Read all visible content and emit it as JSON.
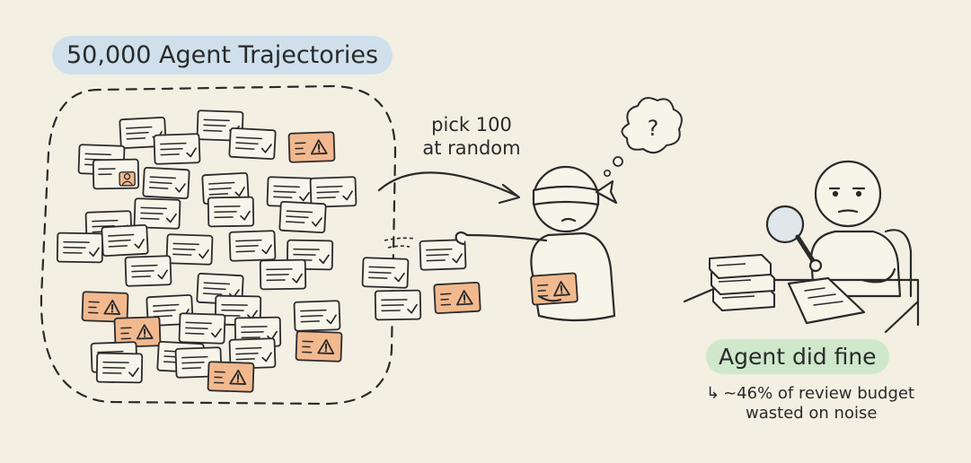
{
  "title": "50,000 Agent Trajectories",
  "sample_label": {
    "line1": "pick 100",
    "line2": "at random"
  },
  "thought_text": "?",
  "result": {
    "label": "Agent did fine",
    "note_line1": "~46% of review budget",
    "note_line2": "wasted on noise"
  },
  "colors": {
    "background": "#f3efe3",
    "ink": "#2a2a2a",
    "card_fill": "#f7f4ea",
    "flag_fill": "#f2b98f",
    "title_pill": "#cfe0ec",
    "result_pill": "#cfe8cc"
  },
  "icons": {
    "ok_card": "checkmark-icon",
    "flagged_card": "warning-triangle-icon",
    "person_card": "user-icon",
    "inspect": "magnifying-glass-icon"
  }
}
